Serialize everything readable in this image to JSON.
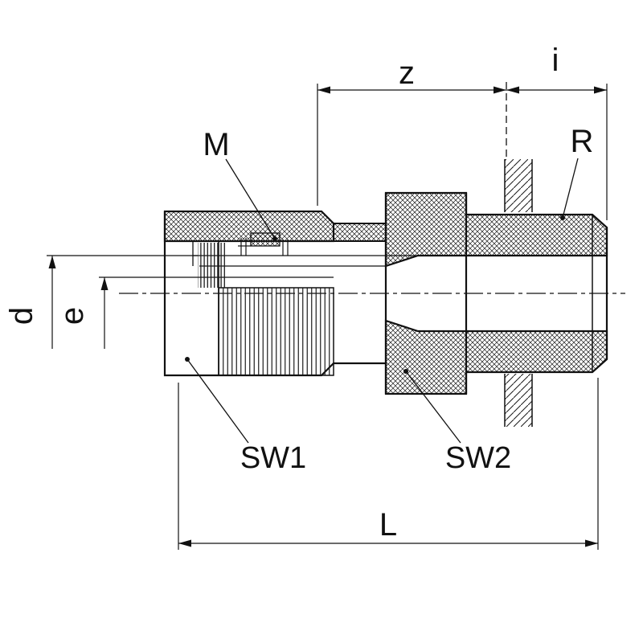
{
  "drawing": {
    "labels": {
      "z": "z",
      "i": "i",
      "L": "L",
      "d": "d",
      "e": "e",
      "M": "M",
      "R": "R",
      "SW1": "SW1",
      "SW2": "SW2"
    },
    "colors": {
      "line": "#111111",
      "background": "#ffffff"
    }
  }
}
